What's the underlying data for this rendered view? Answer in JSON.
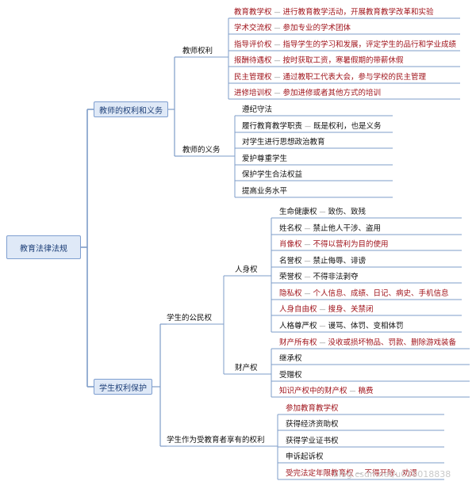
{
  "root": "教育法律法规",
  "branches": [
    {
      "label": "教师的权利和义务",
      "children": [
        {
          "label": "教师权利",
          "children": [
            {
              "label": "教育教学权",
              "desc": "进行教育教学活动，开展教育教学改革和实验"
            },
            {
              "label": "学术交流权",
              "desc": "参加专业的学术团体"
            },
            {
              "label": "指导评价权",
              "desc": "指导学生的学习和发展，评定学生的品行和学业成绩"
            },
            {
              "label": "报酬待遇权",
              "desc": "按时获取工资，寒暑假期的带薪休假"
            },
            {
              "label": "民主管理权",
              "desc": "通过教职工代表大会，参与学校的民主管理"
            },
            {
              "label": "进修培训权",
              "desc": "参加进修或者其他方式的培训"
            }
          ]
        },
        {
          "label": "教师的义务",
          "children": [
            {
              "label": "遵纪守法",
              "desc": ""
            },
            {
              "label": "履行教育教学职责",
              "desc": "既是权利，也是义务"
            },
            {
              "label": "对学生进行思想政治教育",
              "desc": ""
            },
            {
              "label": "爱护尊重学生",
              "desc": ""
            },
            {
              "label": "保护学生合法权益",
              "desc": ""
            },
            {
              "label": "提高业务水平",
              "desc": ""
            }
          ]
        }
      ]
    },
    {
      "label": "学生权利保护",
      "children": [
        {
          "label": "学生的公民权",
          "children": [
            {
              "label": "人身权",
              "children": [
                {
                  "label": "生命健康权",
                  "desc": "致伤、致残"
                },
                {
                  "label": "姓名权",
                  "desc": "禁止他人干涉、盗用"
                },
                {
                  "label": "肖像权",
                  "desc": "不得以营利为目的使用"
                },
                {
                  "label": "名誉权",
                  "desc": "禁止侮辱、诽谤"
                },
                {
                  "label": "荣誉权",
                  "desc": "不得非法剥夺"
                },
                {
                  "label": "隐私权",
                  "desc": "个人信息、成绩、日记、病史、手机信息"
                },
                {
                  "label": "人身自由权",
                  "desc": "搜身、关禁闭"
                },
                {
                  "label": "人格尊严权",
                  "desc": "谩骂、体罚、变相体罚"
                }
              ]
            },
            {
              "label": "财产权",
              "children": [
                {
                  "label": "财产所有权",
                  "desc": "没收或损坏物品、罚款、删除游戏装备"
                },
                {
                  "label": "继承权",
                  "desc": ""
                },
                {
                  "label": "受赠权",
                  "desc": ""
                },
                {
                  "label": "知识产权中的财产权",
                  "desc": "稿费"
                }
              ]
            }
          ]
        },
        {
          "label": "学生作为受教育者享有的权利",
          "children": [
            {
              "label": "参加教育教学权",
              "desc": ""
            },
            {
              "label": "获得经济资助权",
              "desc": ""
            },
            {
              "label": "获得学业证书权",
              "desc": ""
            },
            {
              "label": "申诉起诉权",
              "desc": ""
            },
            {
              "label": "受完法定年限教育权",
              "desc": "不得开除、劝退"
            }
          ]
        }
      ]
    }
  ],
  "watermark": "blog.csdn.net/u010018838",
  "colors": {
    "line": "#7e9cc8",
    "box_fill": "#dfe9f7",
    "box_border": "#7f9fd0",
    "red_text": "#a0141c"
  }
}
